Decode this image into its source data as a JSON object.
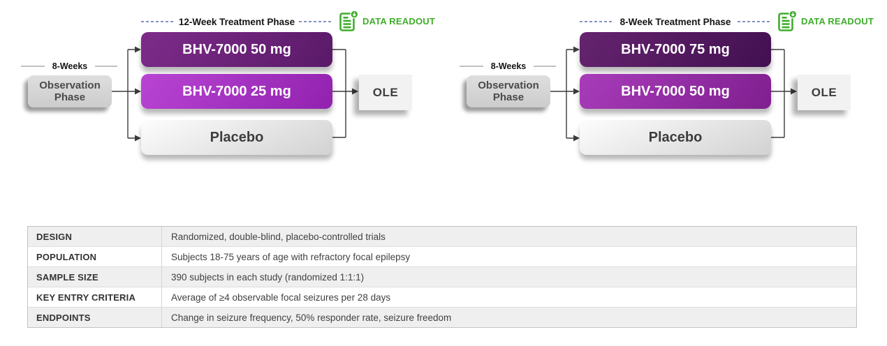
{
  "studies": [
    {
      "treatment_phase_label": "12-Week Treatment Phase",
      "data_readout_label": "DATA READOUT",
      "observation_weeks_label": "8-Weeks",
      "observation_label": "Observation Phase",
      "arms": [
        {
          "label": "BHV-7000 50 mg"
        },
        {
          "label": "BHV-7000 25 mg"
        },
        {
          "label": "Placebo"
        }
      ],
      "ole_label": "OLE"
    },
    {
      "treatment_phase_label": "8-Week Treatment Phase",
      "data_readout_label": "DATA READOUT",
      "observation_weeks_label": "8-Weeks",
      "observation_label": "Observation Phase",
      "arms": [
        {
          "label": "BHV-7000 75 mg"
        },
        {
          "label": "BHV-7000 50 mg"
        },
        {
          "label": "Placebo"
        }
      ],
      "ole_label": "OLE"
    }
  ],
  "details_table": {
    "rows": [
      {
        "label": "DESIGN",
        "value": "Randomized, double-blind, placebo-controlled trials"
      },
      {
        "label": "POPULATION",
        "value": "Subjects 18-75 years of age with refractory focal epilepsy"
      },
      {
        "label": "SAMPLE SIZE",
        "value": "390 subjects in each study (randomized 1:1:1)"
      },
      {
        "label": "KEY ENTRY CRITERIA",
        "value": "Average of ≥4 observable focal seizures per 28 days"
      },
      {
        "label": "ENDPOINTS",
        "value": "Change in seizure frequency, 50% responder rate, seizure freedom"
      }
    ]
  },
  "icons": {
    "data_readout": "document-download-icon"
  },
  "colors": {
    "accent_green": "#3FAD2B",
    "dashed_line_blue": "#35549B",
    "connector_dark": "#3B3B3B",
    "purple_dark_50mg_left": "#6A2077",
    "purple_bright_25mg": "#A42CBE",
    "purple_darkest_75mg": "#521A5E",
    "purple_medium_50mg_right": "#92299F",
    "placebo_gray": "#D2D2D2"
  }
}
